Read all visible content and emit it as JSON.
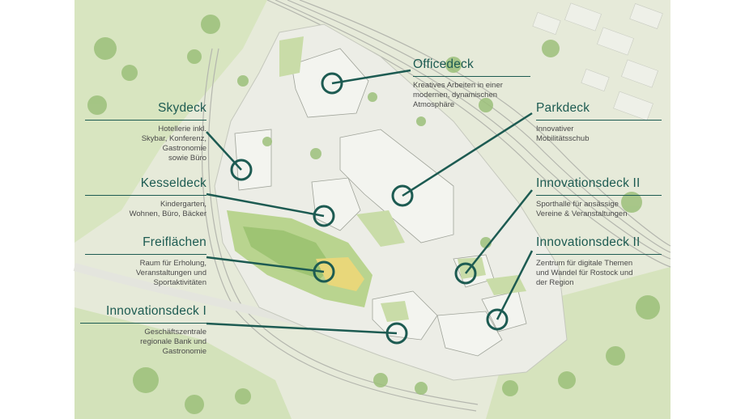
{
  "colors": {
    "accent": "#1d5b52",
    "marker_fill": "#ffffff",
    "marker_stroke": "#1d5b52",
    "grass": "#cfe0b2",
    "trees": "#8fb870",
    "tracks": "#b7b9b2",
    "roads": "#dfe0da",
    "buildings": "#e9ebe3"
  },
  "labels": [
    {
      "id": "skydeck",
      "title": "Skydeck",
      "text": "Hotellerie inkl.\nSkybar, Konferenz,\nGastronomie\nsowie Büro"
    },
    {
      "id": "kesseldeck",
      "title": "Kesseldeck",
      "text": "Kindergarten,\nWohnen, Büro, Bäcker"
    },
    {
      "id": "freiflaechen",
      "title": "Freiflächen",
      "text": "Raum für Erholung,\nVeranstaltungen und\nSportaktivitäten"
    },
    {
      "id": "innovationsdeck1",
      "title": "Innovationsdeck I",
      "text": "Geschäftszentrale\nregionale Bank und\nGastronomie"
    },
    {
      "id": "officedeck",
      "title": "Officedeck",
      "text": "Kreatives Arbeiten in einer\nmodernen, dynamischen\nAtmosphäre"
    },
    {
      "id": "parkdeck",
      "title": "Parkdeck",
      "text": "Innovativer\nMobilitätsschub"
    },
    {
      "id": "innovationsdeck2a",
      "title": "Innovationsdeck II",
      "text": "Sporthalle für ansässige\nVereine & Veranstaltungen"
    },
    {
      "id": "innovationsdeck2b",
      "title": "Innovationsdeck II",
      "text": "Zentrum für digitale Themen\nund Wandel für Rostock und\nder Region"
    }
  ]
}
